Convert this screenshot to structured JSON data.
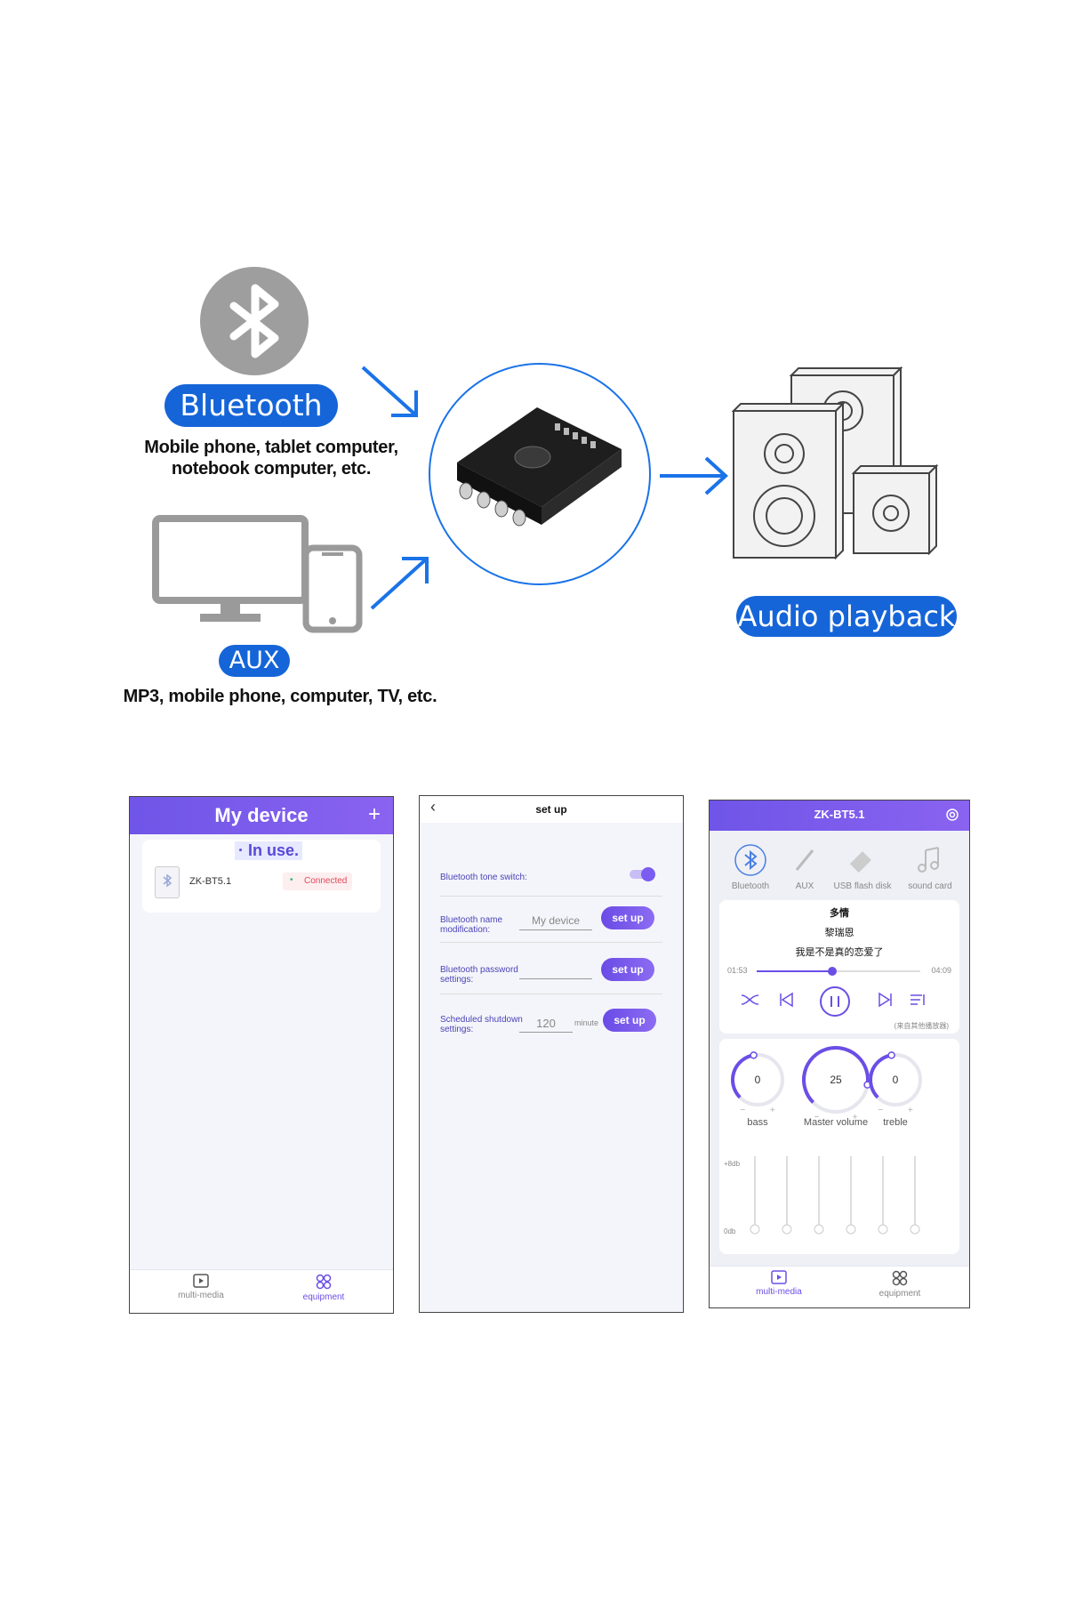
{
  "infographic": {
    "bluetooth_label": "Bluetooth",
    "bluetooth_caption_1": "Mobile phone, tablet computer,",
    "bluetooth_caption_2": "notebook computer, etc.",
    "aux_label": "AUX",
    "aux_caption": "MP3, mobile phone, computer, TV, etc.",
    "output_label": "Audio playback",
    "colors": {
      "accent_blue": "#1565d8",
      "arrow_blue": "#1a73e8",
      "gray_icon": "#999999"
    }
  },
  "screen1": {
    "title": "My device",
    "add_icon": "plus-icon",
    "section_label": "· In use.",
    "device_name": "ZK-BT5.1",
    "device_status": "Connected",
    "tabs": [
      {
        "label": "multi-media",
        "icon": "play-icon"
      },
      {
        "label": "equipment",
        "icon": "grid-icon"
      }
    ]
  },
  "screen2": {
    "title": "set up",
    "rows": [
      {
        "label_1": "Bluetooth tone switch:",
        "label_2": ""
      },
      {
        "label_1": "Bluetooth name",
        "label_2": "modification:",
        "value": "My device",
        "button": "set up"
      },
      {
        "label_1": "Bluetooth password",
        "label_2": "settings:",
        "value": "",
        "button": "set up"
      },
      {
        "label_1": "Scheduled shutdown",
        "label_2": "settings:",
        "value": "120",
        "unit": "minute",
        "button": "set up"
      }
    ]
  },
  "screen3": {
    "title": "ZK-BT5.1",
    "sources": [
      "Bluetooth",
      "AUX",
      "USB flash disk",
      "sound card"
    ],
    "song_title": "多情",
    "artist": "黎瑞恩",
    "subtitle": "我是不是真的恋爱了",
    "time_current": "01:53",
    "time_total": "04:09",
    "progress": 0.46,
    "other_player_note": "(来自其他播放器)",
    "knobs": [
      {
        "label": "bass",
        "value": "0"
      },
      {
        "label": "Master volume",
        "value": "25"
      },
      {
        "label": "treble",
        "value": "0"
      }
    ],
    "eq_top": "+8db",
    "eq_bottom": "0db",
    "tabs": [
      {
        "label": "multi-media",
        "icon": "play-icon"
      },
      {
        "label": "equipment",
        "icon": "grid-icon"
      }
    ]
  }
}
